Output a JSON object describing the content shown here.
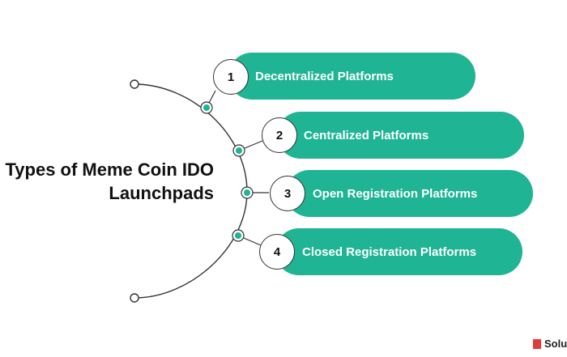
{
  "title_lines": [
    "Types of Meme Coin IDO",
    "Launchpads"
  ],
  "items": [
    {
      "number": "1",
      "label": "Decentralized Platforms"
    },
    {
      "number": "2",
      "label": "Centralized Platforms"
    },
    {
      "number": "3",
      "label": "Open Registration Platforms"
    },
    {
      "number": "4",
      "label": "Closed Registration Platforms"
    }
  ],
  "logo": {
    "text": "Solu"
  },
  "colors": {
    "accent": "#1fb493",
    "line": "#333333",
    "logo": "#e03b3b"
  }
}
